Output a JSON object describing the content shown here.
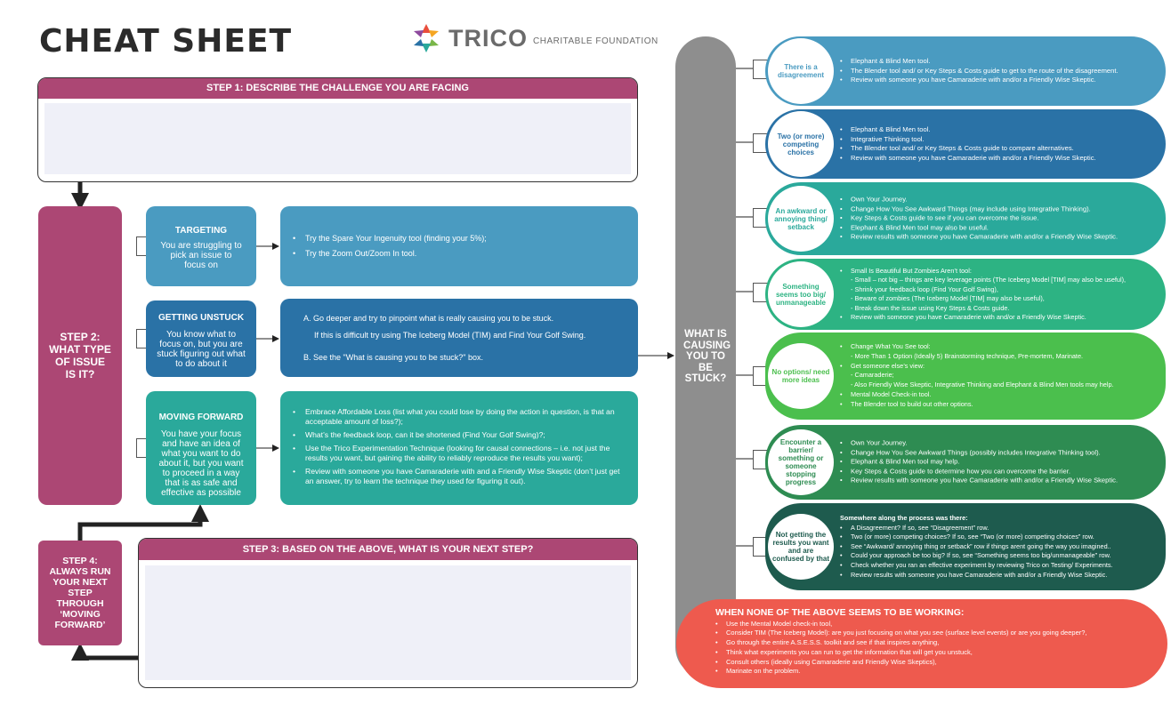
{
  "header": {
    "title": "CHEAT SHEET",
    "logo_name": "TRICO",
    "logo_sub": "CHARITABLE FOUNDATION"
  },
  "step1": {
    "title": "STEP 1: DESCRIBE THE CHALLENGE YOU ARE FACING"
  },
  "step2": {
    "label": "STEP 2: WHAT TYPE OF ISSUE IS IT?"
  },
  "step3": {
    "title": "STEP 3: BASED ON THE ABOVE, WHAT IS YOUR NEXT STEP?"
  },
  "step4": {
    "label": "STEP 4: ALWAYS RUN YOUR NEXT STEP THROUGH ‘MOVING FORWARD’"
  },
  "types": [
    {
      "title": "TARGETING",
      "text": "You are struggling to pick an issue to focus on",
      "items": [
        "Try the Spare Your Ingenuity tool (finding your 5%);",
        "Try the Zoom Out/Zoom In tool."
      ]
    },
    {
      "title": "GETTING UNSTUCK",
      "text": "You know what to focus on, but you are stuck figuring out what to do about it",
      "items": [
        "A. Go deeper and try to pinpoint what is really causing you to be stuck.",
        "If this is difficult try using The Iceberg Model (TIM) and Find Your Golf Swing.",
        "B. See the \"What is causing you to be stuck?\" box."
      ]
    },
    {
      "title": "MOVING FORWARD",
      "text": "You have your focus and have an idea of what you want to do about it, but you want to proceed in a way that is as safe and effective as possible",
      "items": [
        "Embrace Affordable Loss (list what you could lose by doing the action in question, is that an acceptable amount of loss?);",
        "What’s the feedback loop, can it be shortened (Find Your Golf Swing)?;",
        "Use the Trico Experimentation Technique (looking for causal connections – i.e. not just the results you want, but gaining the ability to reliably reproduce the results you want);",
        "Review with someone you have Camaraderie with and a Friendly Wise Skeptic (don’t just get an answer, try to learn the technique they used for figuring it out)."
      ]
    }
  ],
  "center": {
    "label": "WHAT IS CAUSING YOU TO BE STUCK?"
  },
  "causes": [
    {
      "label": "There is a disagreement",
      "lines": [
        {
          "t": "Elephant & Blind Men tool.",
          "k": "b"
        },
        {
          "t": "The Blender tool and/ or Key Steps & Costs guide to get to the route of the disagreement.",
          "k": "b"
        },
        {
          "t": "Review with someone you have Camaraderie with and/or a Friendly Wise Skeptic.",
          "k": "b"
        }
      ]
    },
    {
      "label": "Two (or more) competing choices",
      "lines": [
        {
          "t": "Elephant & Blind Men tool.",
          "k": "b"
        },
        {
          "t": "Integrative Thinking tool.",
          "k": "b"
        },
        {
          "t": "The Blender tool and/ or Key Steps & Costs guide to compare alternatives.",
          "k": "b"
        },
        {
          "t": "Review with someone you have Camaraderie with and/or a Friendly Wise Skeptic.",
          "k": "b"
        }
      ]
    },
    {
      "label": "An awkward or annoying thing/ setback",
      "lines": [
        {
          "t": "Own Your Journey.",
          "k": "b"
        },
        {
          "t": "Change How You See Awkward Things (may include using Integrative Thinking).",
          "k": "b"
        },
        {
          "t": "Key Steps & Costs guide to see if you can overcome the issue.",
          "k": "b"
        },
        {
          "t": "Elephant & Blind Men tool may also be useful.",
          "k": "b"
        },
        {
          "t": "Review results with someone you have Camaraderie with and/or a Friendly Wise Skeptic.",
          "k": "b"
        }
      ]
    },
    {
      "label": "Something seems too big/ unmanageable",
      "lines": [
        {
          "t": "Small Is Beautiful But Zombies Aren’t tool:",
          "k": "b"
        },
        {
          "t": "- Small – not big – things are key leverage points (The Iceberg Model [TIM] may also be useful),",
          "k": "sub"
        },
        {
          "t": "- Shrink your feedback loop (Find Your Golf Swing),",
          "k": "sub"
        },
        {
          "t": "- Beware of zombies (The Iceberg Model [TIM] may also be useful),",
          "k": "sub"
        },
        {
          "t": "- Break down the issue using Key Steps & Costs guide.",
          "k": "sub"
        },
        {
          "t": "Review with someone you have Camaraderie with and/or a Friendly Wise Skeptic.",
          "k": "b"
        }
      ]
    },
    {
      "label": "No options/ need more ideas",
      "lines": [
        {
          "t": "Change What You See tool:",
          "k": "b"
        },
        {
          "t": "- More Than 1 Option (Ideally 5) Brainstorming technique, Pre-mortem, Marinate.",
          "k": "sub"
        },
        {
          "t": "Get someone else’s view:",
          "k": "b"
        },
        {
          "t": "- Camaraderie;",
          "k": "sub"
        },
        {
          "t": "- Also Friendly Wise Skeptic, Integrative Thinking and Elephant & Blind Men tools may help.",
          "k": "sub"
        },
        {
          "t": "Mental Model Check-in tool.",
          "k": "b"
        },
        {
          "t": "The Blender tool to build out other options.",
          "k": "b"
        }
      ]
    },
    {
      "label": "Encounter a barrier/ something or someone stopping progress",
      "lines": [
        {
          "t": "Own Your Journey.",
          "k": "b"
        },
        {
          "t": "Change How You See Awkward Things (possibly includes Integrative Thinking tool).",
          "k": "b"
        },
        {
          "t": "Elephant & Blind Men tool may help.",
          "k": "b"
        },
        {
          "t": "Key Steps & Costs guide to determine how you can overcome the barrier.",
          "k": "b"
        },
        {
          "t": "Review results with someone you have Camaraderie with and/or a Friendly Wise Skeptic.",
          "k": "b"
        }
      ]
    },
    {
      "label": "Not getting the results you want and are confused by that",
      "lines": [
        {
          "t": "Somewhere along the process was there:",
          "k": "head"
        },
        {
          "t": "A Disagreement? If so, see “Disagreement” row.",
          "k": "b"
        },
        {
          "t": "Two (or more) competing choices? If so, see “Two (or more) competing choices” row.",
          "k": "b"
        },
        {
          "t": "See “Awkward/ annoying thing or setback” row if things arent going the way you imagined..",
          "k": "b"
        },
        {
          "t": "Could your approach be too big? If so, see “Something seems too big/unmanageable” row.",
          "k": "b"
        },
        {
          "t": "Check whether you ran an effective experiment by reviewing Trico on Testing/ Experiments.",
          "k": "b"
        },
        {
          "t": "Review results with someone you have Camaraderie with and/or a Friendly Wise Skeptic.",
          "k": "b"
        }
      ]
    }
  ],
  "none": {
    "title": "WHEN NONE OF THE ABOVE SEEMS TO BE WORKING:",
    "items": [
      "Use the Mental Model check-in tool,",
      "Consider TIM (The Iceberg Model): are you just focusing on what you see (surface level events) or are you going deeper?,",
      "Go through the entire A.S.E.S.S. toolkit and see if that inspires anything,",
      "Think what experiments you can run to get the information that will get you unstuck,",
      "Consult others (ideally using Camaraderie and Friendly Wise Skeptics),",
      "Marinate on the problem."
    ]
  },
  "colors": {
    "magenta": "#ac4774",
    "blue_light": "#4a9bc1",
    "blue_dark": "#2a72a6",
    "teal": "#2aa99b",
    "grey": "#8e8e8e",
    "red": "#ee5a4e"
  }
}
